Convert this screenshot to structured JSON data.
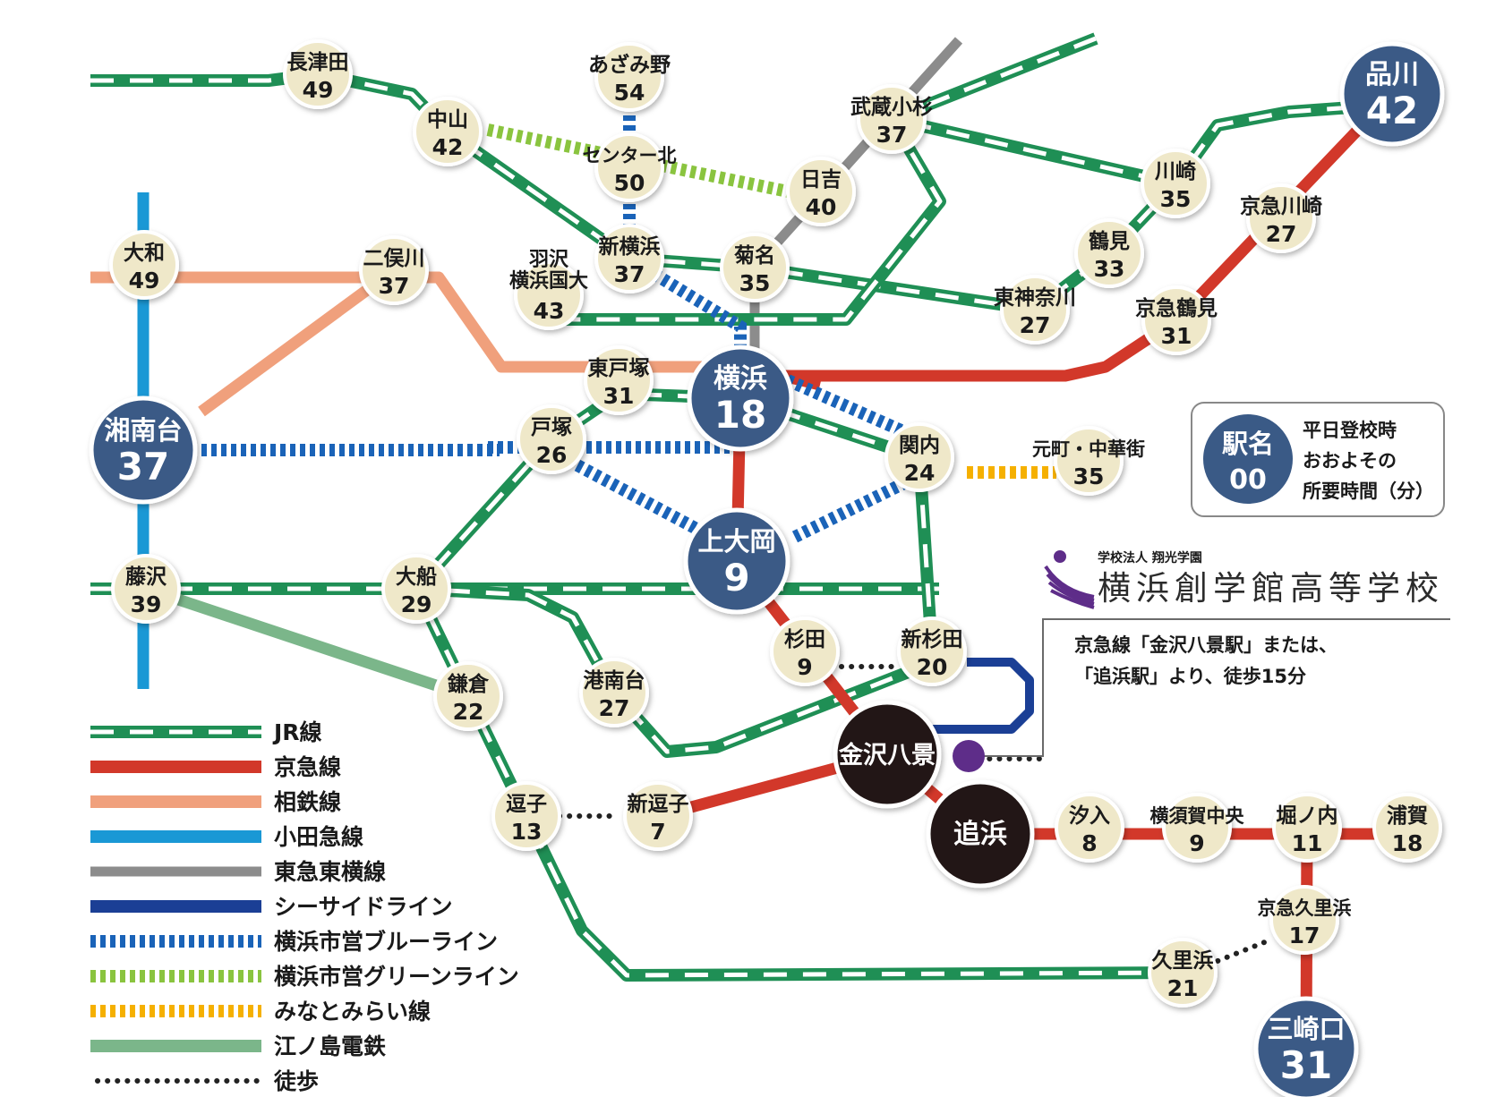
{
  "colors": {
    "jr": "#1f8f55",
    "keikyu": "#d2382a",
    "sotetsu": "#f0a07c",
    "odakyu": "#1a98d5",
    "toyoko": "#8c8c8c",
    "seaside": "#1b3f95",
    "blue": "#1a63b8",
    "green": "#8ac43f",
    "minatomirai": "#f5b000",
    "enoden": "#7bb68a",
    "walk": "#222222",
    "station": "#efe8c9",
    "hub": "#3a5a86",
    "school": "#231815"
  },
  "stations": [
    {
      "id": "nagatsuta",
      "name": "長津田",
      "min": "49"
    },
    {
      "id": "nakayama",
      "name": "中山",
      "min": "42"
    },
    {
      "id": "azamino",
      "name": "あざみ野",
      "min": "54"
    },
    {
      "id": "center_kita",
      "name": "センター北",
      "min": "50"
    },
    {
      "id": "hiyoshi",
      "name": "日吉",
      "min": "40"
    },
    {
      "id": "musashikosugi",
      "name": "武蔵小杉",
      "min": "37"
    },
    {
      "id": "kawasaki",
      "name": "川崎",
      "min": "35"
    },
    {
      "id": "keikyu_kawasaki",
      "name": "京急川崎",
      "min": "27"
    },
    {
      "id": "tsurumi",
      "name": "鶴見",
      "min": "33"
    },
    {
      "id": "keikyu_tsurumi",
      "name": "京急鶴見",
      "min": "31"
    },
    {
      "id": "higashikanagawa",
      "name": "東神奈川",
      "min": "27"
    },
    {
      "id": "yamato",
      "name": "大和",
      "min": "49"
    },
    {
      "id": "futamatagawa",
      "name": "二俣川",
      "min": "37"
    },
    {
      "id": "hazawa",
      "name": "羽沢\n横浜国大",
      "min": "43"
    },
    {
      "id": "shinyokohama",
      "name": "新横浜",
      "min": "37"
    },
    {
      "id": "kikuna",
      "name": "菊名",
      "min": "35"
    },
    {
      "id": "higashitotsuka",
      "name": "東戸塚",
      "min": "31"
    },
    {
      "id": "totsuka",
      "name": "戸塚",
      "min": "26"
    },
    {
      "id": "kannai",
      "name": "関内",
      "min": "24"
    },
    {
      "id": "motomachi",
      "name": "元町・中華街",
      "min": "35"
    },
    {
      "id": "fujisawa",
      "name": "藤沢",
      "min": "39"
    },
    {
      "id": "ofuna",
      "name": "大船",
      "min": "29"
    },
    {
      "id": "konandai",
      "name": "港南台",
      "min": "27"
    },
    {
      "id": "sugita",
      "name": "杉田",
      "min": "9"
    },
    {
      "id": "shinsugita",
      "name": "新杉田",
      "min": "20"
    },
    {
      "id": "kamakura",
      "name": "鎌倉",
      "min": "22"
    },
    {
      "id": "zushi",
      "name": "逗子",
      "min": "13"
    },
    {
      "id": "shinzushi",
      "name": "新逗子",
      "min": "7"
    },
    {
      "id": "shioiri",
      "name": "汐入",
      "min": "8"
    },
    {
      "id": "yokosukachuo",
      "name": "横須賀中央",
      "min": "9"
    },
    {
      "id": "horinouchi",
      "name": "堀ノ内",
      "min": "11"
    },
    {
      "id": "uraga",
      "name": "浦賀",
      "min": "18"
    },
    {
      "id": "keikyu_kurihama",
      "name": "京急久里浜",
      "min": "17"
    },
    {
      "id": "kurihama",
      "name": "久里浜",
      "min": "21"
    }
  ],
  "hubs": [
    {
      "id": "shinagawa",
      "name": "品川",
      "min": "42"
    },
    {
      "id": "yokohama",
      "name": "横浜",
      "min": "18"
    },
    {
      "id": "shonandai",
      "name": "湘南台",
      "min": "37"
    },
    {
      "id": "kamiooka",
      "name": "上大岡",
      "min": "9"
    },
    {
      "id": "misakiguchi",
      "name": "三崎口",
      "min": "31"
    }
  ],
  "destinations": [
    {
      "id": "kanazawahakkei",
      "name": "金沢八景"
    },
    {
      "id": "oppama",
      "name": "追浜"
    }
  ],
  "key_box": {
    "name": "駅名",
    "min": "00",
    "lines": [
      "平日登校時",
      "おおよその",
      "所要時間（分）"
    ]
  },
  "school": {
    "corp": "学校法人 翔光学園",
    "name": "横浜創学館高等学校"
  },
  "access_note": [
    "京急線「金沢八景駅」または、",
    "「追浜駅」より、徒歩15分"
  ],
  "legend": [
    {
      "label": "JR線",
      "style": "jr"
    },
    {
      "label": "京急線",
      "style": "keikyu"
    },
    {
      "label": "相鉄線",
      "style": "sotetsu"
    },
    {
      "label": "小田急線",
      "style": "odakyu"
    },
    {
      "label": "東急東横線",
      "style": "toyoko"
    },
    {
      "label": "シーサイドライン",
      "style": "seaside"
    },
    {
      "label": "横浜市営ブルーライン",
      "style": "blue"
    },
    {
      "label": "横浜市営グリーンライン",
      "style": "green"
    },
    {
      "label": "みなとみらい線",
      "style": "minatomirai"
    },
    {
      "label": "江ノ島電鉄",
      "style": "enoden"
    },
    {
      "label": "徒歩",
      "style": "walk"
    }
  ]
}
